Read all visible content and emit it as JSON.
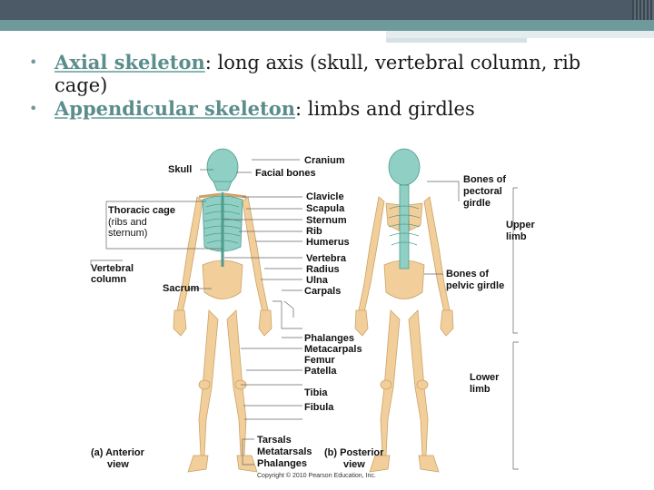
{
  "slide": {
    "bullets": [
      {
        "term": "Axial skeleton",
        "text": ": long axis (skull, vertebral column, rib",
        "continuation": "cage)"
      },
      {
        "term": "Appendicular skeleton",
        "text": ": limbs and girdles"
      }
    ]
  },
  "figure": {
    "left_labels": {
      "skull": "Skull",
      "thoracic_cage": "Thoracic cage",
      "thoracic_cage_sub1": "(ribs and",
      "thoracic_cage_sub2": "sternum)",
      "vertebral": "Vertebral",
      "column": "column",
      "sacrum": "Sacrum"
    },
    "center_labels": [
      "Cranium",
      "Facial bones",
      "Clavicle",
      "Scapula",
      "Sternum",
      "Rib",
      "Humerus",
      "Vertebra",
      "Radius",
      "Ulna",
      "Carpals",
      "Phalanges",
      "Metacarpals",
      "Femur",
      "Patella",
      "Tibia",
      "Fibula",
      "Tarsals",
      "Metatarsals",
      "Phalanges"
    ],
    "right_labels": {
      "pectoral1": "Bones of",
      "pectoral2": "pectoral",
      "pectoral3": "girdle",
      "upper1": "Upper",
      "upper2": "limb",
      "pelvic1": "Bones of",
      "pelvic2": "pelvic girdle",
      "lower1": "Lower",
      "lower2": "limb"
    },
    "view_labels": {
      "anterior1": "(a) Anterior",
      "anterior2": "view",
      "posterior1": "(b) Posterior",
      "posterior2": "view"
    },
    "copyright": "Copyright © 2010 Pearson Education, Inc.",
    "colors": {
      "bone": "#f2cf9a",
      "axial": "#8fcfc4",
      "line": "#666666"
    }
  }
}
